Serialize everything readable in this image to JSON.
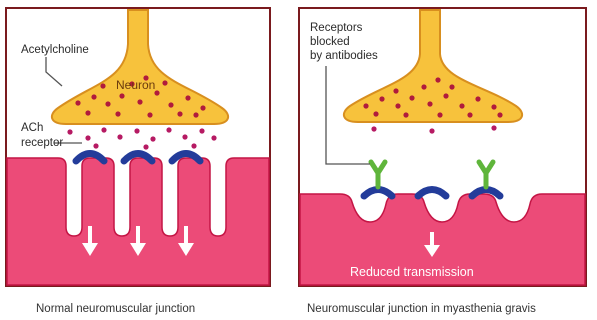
{
  "left_panel": {
    "label_acetylcholine": "Acetylcholine",
    "label_neuron": "Neuron",
    "label_ach_line1": "ACh",
    "label_ach_line2": "receptor",
    "caption": "Normal neuromuscular junction"
  },
  "right_panel": {
    "label_receptors_line1": "Receptors",
    "label_receptors_line2": "blocked",
    "label_receptors_line3": "by antibodies",
    "label_reduced": "Reduced transmission",
    "caption": "Neuromuscular junction in myasthenia gravis"
  },
  "colors": {
    "neuron_fill": "#f7c23c",
    "muscle_fill": "#ec4b78",
    "receptor": "#233c9a",
    "antibody": "#5fb53b",
    "vesicle": "#b01b3c",
    "frame": "#7a1a1e"
  }
}
